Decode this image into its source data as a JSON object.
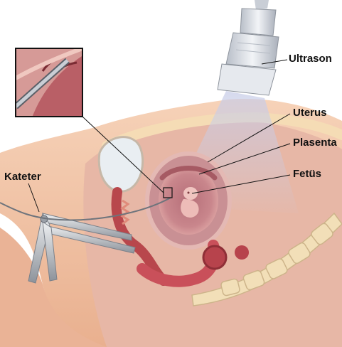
{
  "labels": {
    "ultrason": "Ultrason",
    "uterus": "Uterus",
    "plasenta": "Plasenta",
    "fetus": "Fetüs",
    "kateter": "Kateter"
  },
  "colors": {
    "skin": "#f2c4a6",
    "uterus": "#c98a8f",
    "amniotic": "#b9747c",
    "probe": "#d9dde3",
    "label_line": "#000000"
  }
}
